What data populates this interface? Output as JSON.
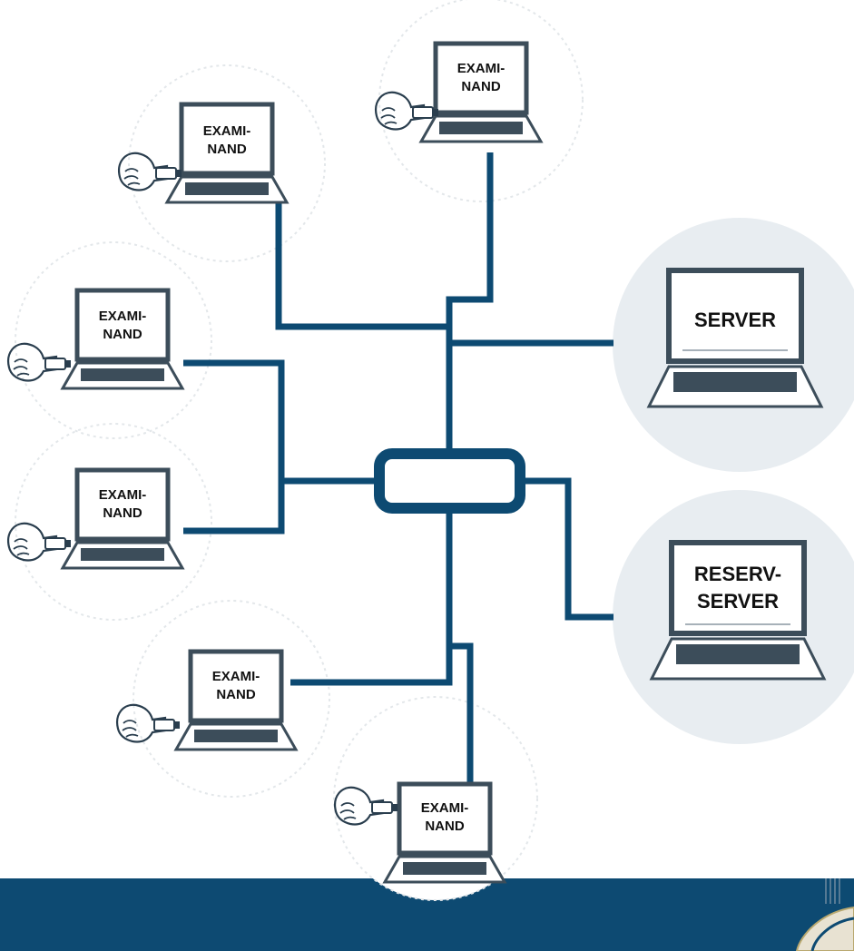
{
  "colors": {
    "line": "#0d4a72",
    "banner": "#0d4a72",
    "server_bg": "#e8edf1",
    "halo": "#d7dfe5",
    "laptop_frame": "#3c4d5a",
    "screen": "#ffffff"
  },
  "clients": [
    {
      "line1": "EXAMI-",
      "line2": "NAND",
      "icon": "usb-stick-hand-icon"
    },
    {
      "line1": "EXAMI-",
      "line2": "NAND",
      "icon": "usb-stick-hand-icon"
    },
    {
      "line1": "EXAMI-",
      "line2": "NAND",
      "icon": "usb-stick-hand-icon"
    },
    {
      "line1": "EXAMI-",
      "line2": "NAND",
      "icon": "usb-stick-hand-icon"
    },
    {
      "line1": "EXAMI-",
      "line2": "NAND",
      "icon": "usb-stick-hand-icon"
    },
    {
      "line1": "EXAMI-",
      "line2": "NAND",
      "icon": "usb-stick-hand-icon"
    }
  ],
  "servers": [
    {
      "line1": "SERVER",
      "line2": ""
    },
    {
      "line1": "RESERV-",
      "line2": "SERVER"
    }
  ],
  "hub": {
    "icon": "network-switch-icon"
  },
  "banner": {
    "icon": "logo-emblem-icon"
  }
}
